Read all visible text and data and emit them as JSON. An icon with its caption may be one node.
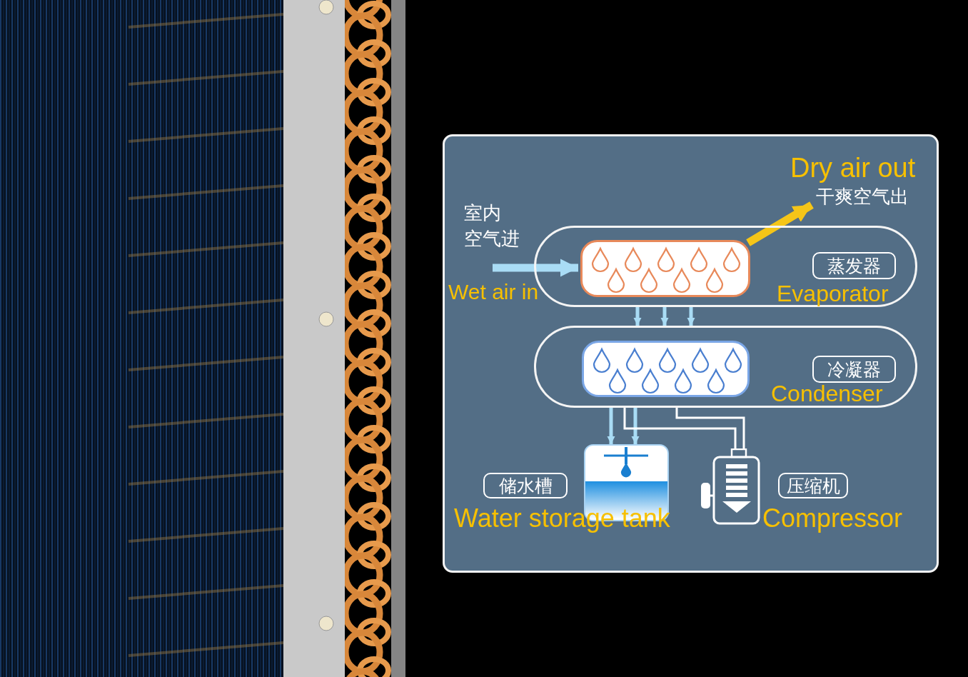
{
  "diagram": {
    "nodes": [
      {
        "text": [
          "蒸发器",
          "Evaporator"
        ]
      },
      {
        "text": [],
        "shape": "box",
        "in": 0
      },
      {
        "text": [
          "冷凝器",
          "Condenser"
        ]
      },
      {
        "text": [],
        "shape": "box",
        "in": 2
      },
      {
        "text": [],
        "shape": "picture",
        "beside": [
          "储水槽",
          "Water storage tank"
        ]
      },
      {
        "text": [],
        "shape": "picture",
        "beside": [
          "压缩机",
          "Compressor"
        ]
      },
      {
        "text": [
          "Dry air out",
          "干爽空气出"
        ]
      }
    ],
    "edges": [
      {
        "from": null,
        "to": 1,
        "arrow": "to",
        "style": "thick"
      },
      {
        "from": 1,
        "to": 6,
        "arrow": "to",
        "style": "thick",
        "color": "#f5c518"
      },
      {
        "from": 0,
        "to": 2,
        "arrow": "to"
      },
      {
        "from": 0,
        "to": 2,
        "arrow": "to"
      },
      {
        "from": 0,
        "to": 2,
        "arrow": "to"
      },
      {
        "from": 2,
        "to": 4,
        "arrow": "to"
      },
      {
        "from": 2,
        "to": 4,
        "arrow": "to"
      },
      {
        "from": 2,
        "to": 5,
        "arrow": "none",
        "color": "#ffffff"
      },
      {
        "from": 2,
        "to": 5,
        "arrow": "none",
        "color": "#ffffff"
      }
    ],
    "labels": [
      "室内空气进",
      "Wet air in"
    ]
  }
}
